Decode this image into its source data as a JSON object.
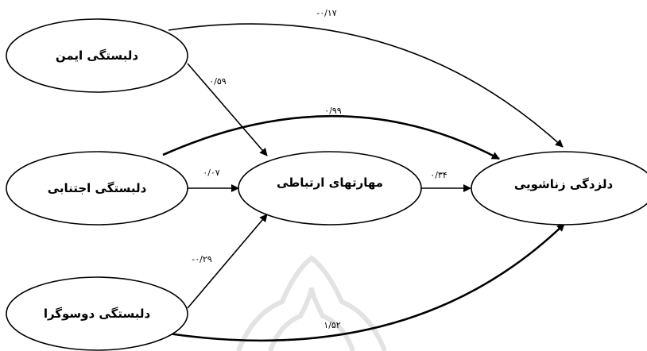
{
  "nodes": {
    "secure": "دلبستگی ایمن",
    "avoidant": "دلبستگی اجتنابی",
    "ambivalent": "دلبستگی دوسوگرا",
    "communication": "مهارتهای ارتباطی",
    "marital_boredom": "دلزدگی زناشویی"
  },
  "paths": {
    "secure_to_boredom": "-۰/۱۷",
    "secure_to_communication": "۰/۵۹",
    "avoidant_to_boredom": "۰/۹۹",
    "avoidant_to_communication": "۰/۰۷",
    "communication_to_boredom": "۰/۳۴",
    "ambivalent_to_communication": "-۰/۲۹",
    "ambivalent_to_boredom": "۱/۵۲"
  },
  "colors": {
    "line": "#000000",
    "fill": "#ffffff",
    "watermark": "#e3e3e3"
  }
}
